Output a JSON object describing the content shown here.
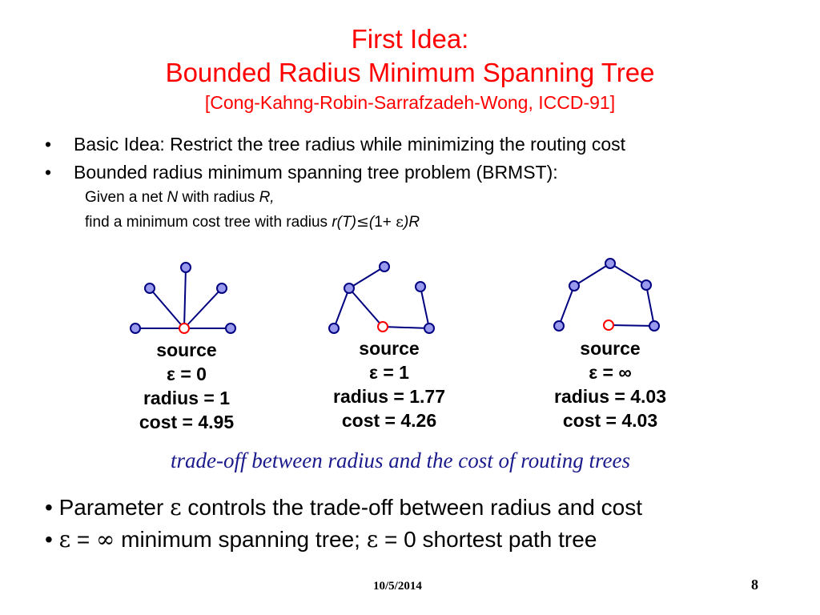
{
  "slide": {
    "title_line1": "First Idea:",
    "title_line2": "Bounded Radius Minimum Spanning Tree",
    "citation": "[Cong-Kahng-Robin-Sarrafzadeh-Wong, ICCD-91]"
  },
  "bullets": [
    {
      "marker": "•",
      "text": "Basic Idea: Restrict the tree radius while minimizing the routing cost"
    },
    {
      "marker": "•",
      "text": "Bounded radius minimum spanning tree problem (BRMST):"
    }
  ],
  "problem": {
    "line1_prefix": "Given a net ",
    "line1_var_n": "N",
    "line1_mid": " with radius ",
    "line1_var_r": "R,",
    "line2_prefix": "find a minimum cost tree with radius ",
    "line2_rt": "r(T)",
    "line2_leq": "≤",
    "line2_paren_open": "(",
    "line2_one_plus": "1+ ",
    "line2_eps": "ε",
    "line2_paren_close": ")",
    "line2_R": "R"
  },
  "trees": [
    {
      "source": "source",
      "eps_label": "ε = 0",
      "radius": "radius = 1",
      "cost": "cost = 4.95"
    },
    {
      "source": "source",
      "eps_label": "ε = 1",
      "radius": "radius = 1.77",
      "cost": "cost = 4.26"
    },
    {
      "source": "source",
      "eps_label": "ε = ∞",
      "radius": "radius = 4.03",
      "cost": "cost = 4.03"
    }
  ],
  "caption": "trade-off between radius and the cost of routing trees",
  "points": [
    {
      "marker": "•",
      "part1": "Parameter ",
      "eps": "ε",
      "part2": "  controls the trade-off between radius and cost"
    },
    {
      "marker": "•",
      "eps1": "ε",
      "part1": " = ",
      "inf": "∞",
      "part2": " minimum spanning tree; ",
      "eps2": "ε",
      "part3": " = 0 shortest path tree"
    }
  ],
  "footer": {
    "date": "10/5/2014",
    "page": "8"
  },
  "colors": {
    "title": "#ff0000",
    "node_fill": "#9999ee",
    "node_stroke": "#000080",
    "edge": "#000080",
    "source_stroke": "#ff0000",
    "caption": "#1a1a8c"
  }
}
